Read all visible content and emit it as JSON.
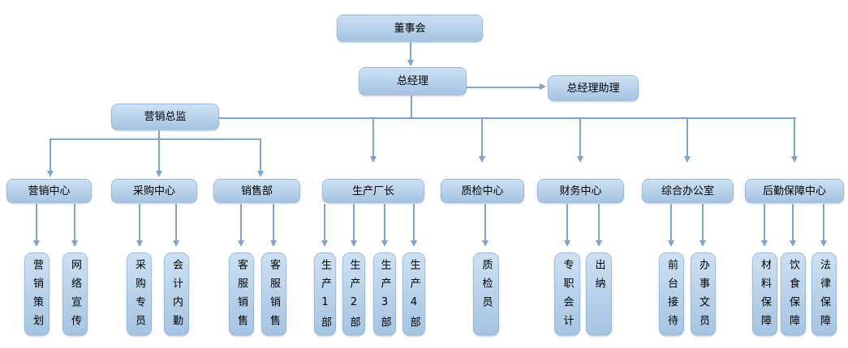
{
  "colors": {
    "box_top": "#cde0f2",
    "box_bottom": "#a5c4e2",
    "line": "#7da4cd",
    "text": "#000000",
    "bg": "#ffffff"
  },
  "org": {
    "board": "董事会",
    "gm": "总经理",
    "gm_assistant": "总经理助理",
    "marketing_director": "营销总监",
    "departments": [
      {
        "label": "营销中心",
        "children": [
          "营销策划",
          "网络宣传"
        ]
      },
      {
        "label": "采购中心",
        "children": [
          "采购专员",
          "会计内勤"
        ]
      },
      {
        "label": "销售部",
        "children": [
          "客服销售",
          "客服销售"
        ]
      },
      {
        "label": "生产厂长",
        "children": [
          "生产1部",
          "生产2部",
          "生产3部",
          "生产4部"
        ]
      },
      {
        "label": "质检中心",
        "children": [
          "质检员"
        ]
      },
      {
        "label": "财务中心",
        "children": [
          "专职会计",
          "出纳"
        ]
      },
      {
        "label": "综合办公室",
        "children": [
          "前台接待",
          "办事文员"
        ]
      },
      {
        "label": "后勤保障中心",
        "children": [
          "材料保障",
          "饮食保障",
          "法律保障"
        ]
      }
    ]
  }
}
